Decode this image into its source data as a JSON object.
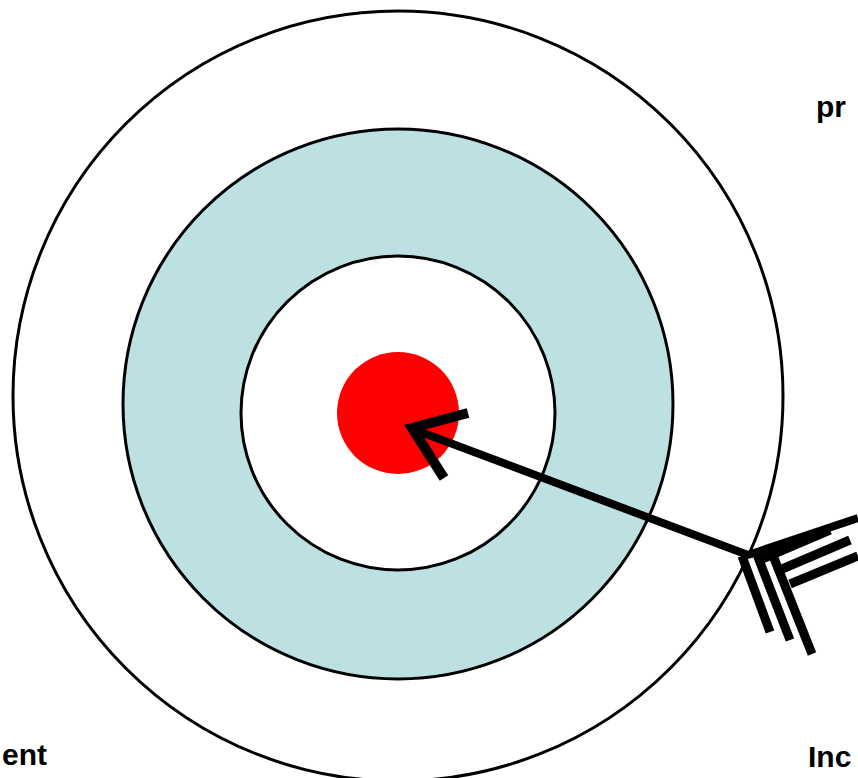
{
  "diagram": {
    "labels": [
      "pr",
      "ent",
      "Inc"
    ]
  }
}
